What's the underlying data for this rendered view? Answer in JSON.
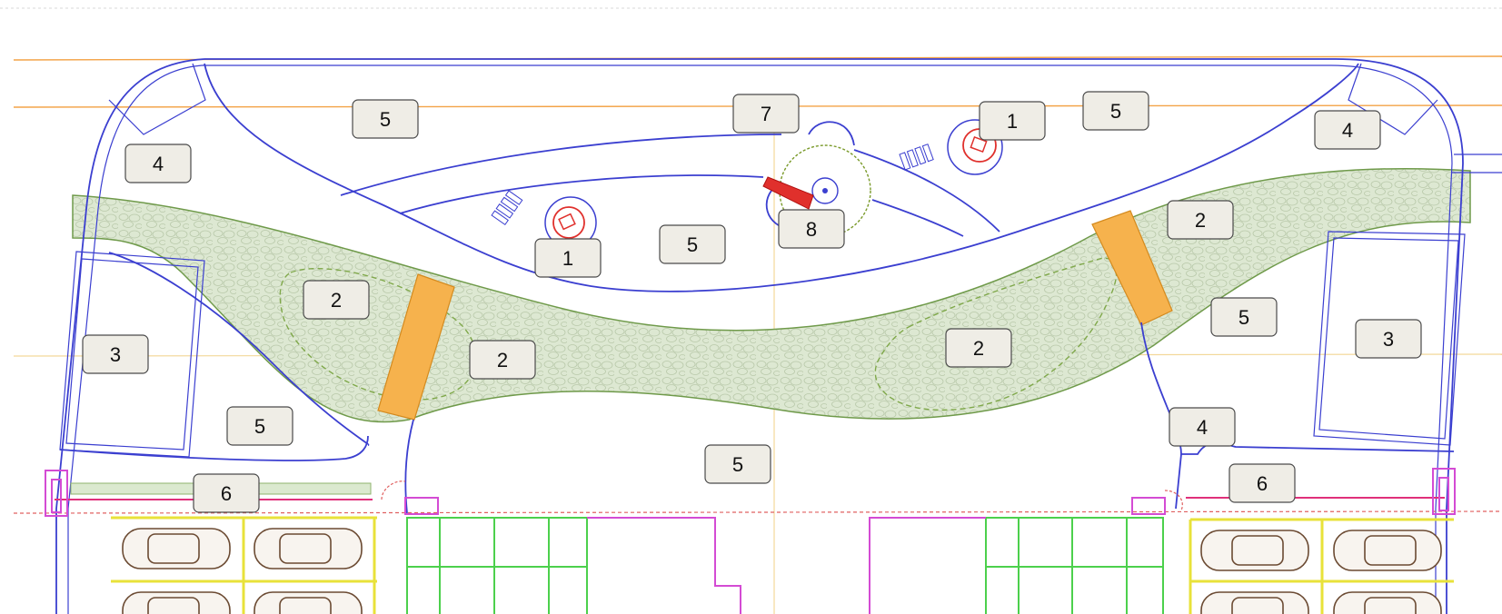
{
  "colors": {
    "path_blue": "#3b3fd0",
    "gravel_fill": "#dde8d2",
    "gravel_edge": "#6f9a4a",
    "bridge_orange": "#f6b24d",
    "grid_orange": "#f3a347",
    "grid_yellow": "#f3d89a",
    "planter_green": "#4cd04c",
    "building_magenta": "#d44bd4",
    "parking_yellow": "#e8e23a",
    "tree_red": "#e0302c",
    "label_fill": "#efede6"
  },
  "labels": [
    {
      "id": "l1a",
      "text": "5"
    },
    {
      "id": "l1b",
      "text": "7"
    },
    {
      "id": "l1c",
      "text": "1"
    },
    {
      "id": "l1d",
      "text": "5"
    },
    {
      "id": "l1e",
      "text": "4"
    },
    {
      "id": "l1f",
      "text": "4"
    },
    {
      "id": "l1g",
      "text": "8"
    },
    {
      "id": "l1h",
      "text": "1"
    },
    {
      "id": "l1i",
      "text": "5"
    },
    {
      "id": "l1j",
      "text": "2"
    },
    {
      "id": "l1k",
      "text": "2"
    },
    {
      "id": "l1l",
      "text": "5"
    },
    {
      "id": "l1m",
      "text": "3"
    },
    {
      "id": "l1n",
      "text": "2"
    },
    {
      "id": "l1o",
      "text": "2"
    },
    {
      "id": "l1p",
      "text": "3"
    },
    {
      "id": "l1q",
      "text": "5"
    },
    {
      "id": "l1r",
      "text": "4"
    },
    {
      "id": "l1s",
      "text": "5"
    },
    {
      "id": "l1t",
      "text": "6"
    },
    {
      "id": "l1u",
      "text": "6"
    }
  ]
}
